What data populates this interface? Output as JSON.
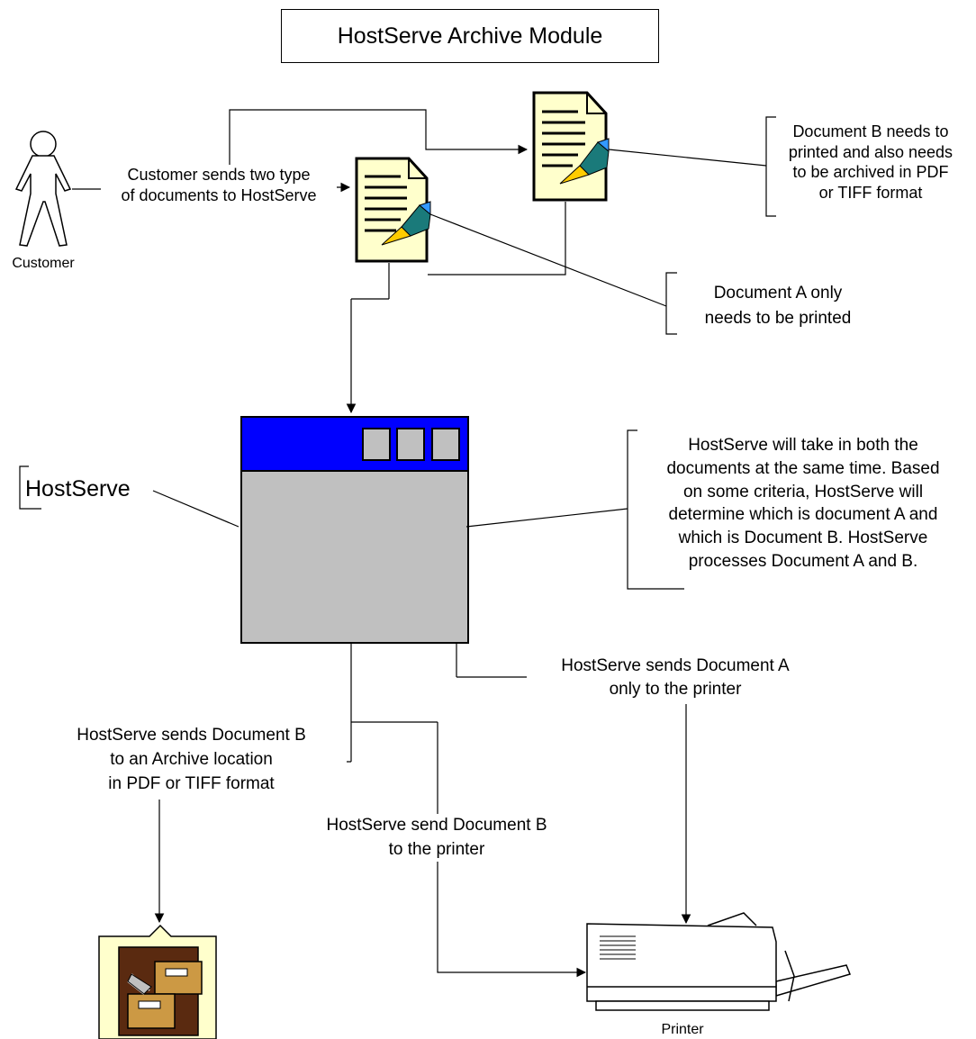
{
  "title": "HostServe Archive Module",
  "labels": {
    "customer": "Customer",
    "customer_sends": "Customer sends two type\nof documents to HostServe",
    "doc_b_note": "Document B needs to\nprinted and also needs\nto be archived in PDF\nor TIFF format",
    "doc_a_note": "Document A only\nneeds to be printed",
    "hostserve": "HostServe",
    "hostserve_note": "HostServe will take in both the\ndocuments at the same time. Based\non some criteria, HostServe will\ndetermine which is document A and\nwhich is Document B. HostServe\nprocesses Document A and B.",
    "sends_a_printer": "HostServe sends Document A\nonly to the printer",
    "sends_b_archive": "HostServe sends Document B\nto an Archive location\nin PDF or TIFF format",
    "sends_b_printer": "HostServe send Document B\nto the printer",
    "printer": "Printer"
  },
  "colors": {
    "document_fill": "#ffffcc",
    "pen_tip": "#ffcc00",
    "pen_body": "#1a7a7a",
    "window_title_bar": "#0000ff",
    "window_body": "#c0c0c0",
    "folder_fill": "#ffffcc",
    "cabinet_frame": "#5a2a10",
    "drawer_fill": "#cc9944"
  }
}
